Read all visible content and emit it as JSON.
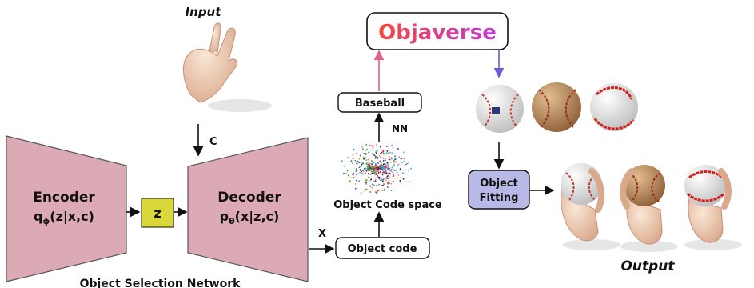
{
  "labels": {
    "input": "Input",
    "output": "Output",
    "condition": "C",
    "encoder": "Encoder",
    "encoder_formula": "qϕ(z|x,c)",
    "latent": "z",
    "decoder": "Decoder",
    "decoder_formula": "pθ(x|z,c)",
    "x": "X",
    "object_code": "Object code",
    "object_code_space": "Object Code space",
    "nn": "NN",
    "baseball": "Baseball",
    "objaverse": "Objaverse",
    "object_fitting_line1": "Object",
    "object_fitting_line2": "Fitting",
    "network_caption": "Object Selection Network"
  },
  "colors": {
    "trapezoid": "#dcaab5",
    "latent_box": "#d8d83a",
    "fitting_box": "#b9b9e8",
    "objaverse_start": "#f24a3a",
    "objaverse_end": "#c437d8",
    "arrow_pink": "#e0608a",
    "arrow_blue": "#6a5ad8"
  }
}
